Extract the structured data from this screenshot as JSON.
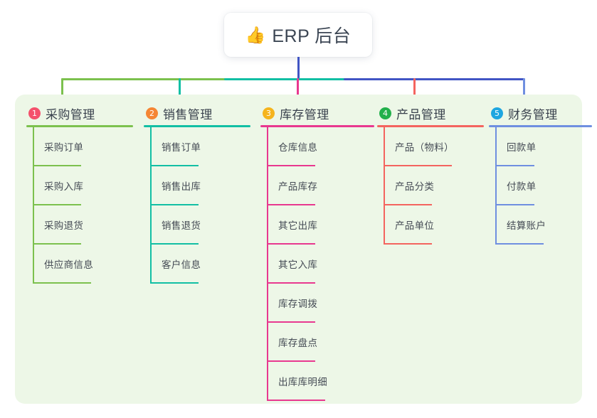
{
  "root": {
    "emoji": "👍",
    "emoji_name": "thumbs-up-icon",
    "title": "ERP 后台"
  },
  "colors": {
    "panel_background": "#edf7e7",
    "root_stem": "#4155c4",
    "bus_left": "#7cc14e",
    "bus_middle": "#12bfa4",
    "bus_right": "#4155c4"
  },
  "columns": [
    {
      "index": "1",
      "badge": "1",
      "badge_color": "#f4516c",
      "line_color": "#7cc14e",
      "title": "采购管理",
      "items": [
        "采购订单",
        "采购入库",
        "采购退货",
        "供应商信息"
      ]
    },
    {
      "index": "2",
      "badge": "2",
      "badge_color": "#f58634",
      "line_color": "#12bfa4",
      "title": "销售管理",
      "items": [
        "销售订单",
        "销售出库",
        "销售退货",
        "客户信息"
      ]
    },
    {
      "index": "3",
      "badge": "3",
      "badge_color": "#f5b41d",
      "line_color": "#e8388f",
      "title": "库存管理",
      "items": [
        "仓库信息",
        "产品库存",
        "其它出库",
        "其它入库",
        "库存调拨",
        "库存盘点",
        "出库库明细"
      ]
    },
    {
      "index": "4",
      "badge": "4",
      "badge_color": "#22b04b",
      "line_color": "#f4645f",
      "title": "产品管理",
      "items": [
        "产品（物料）",
        "产品分类",
        "产品单位"
      ]
    },
    {
      "index": "5",
      "badge": "5",
      "badge_color": "#1ea6e0",
      "line_color": "#6f8fe0",
      "title": "财务管理",
      "items": [
        "回款单",
        "付款单",
        "结算账户"
      ]
    }
  ]
}
